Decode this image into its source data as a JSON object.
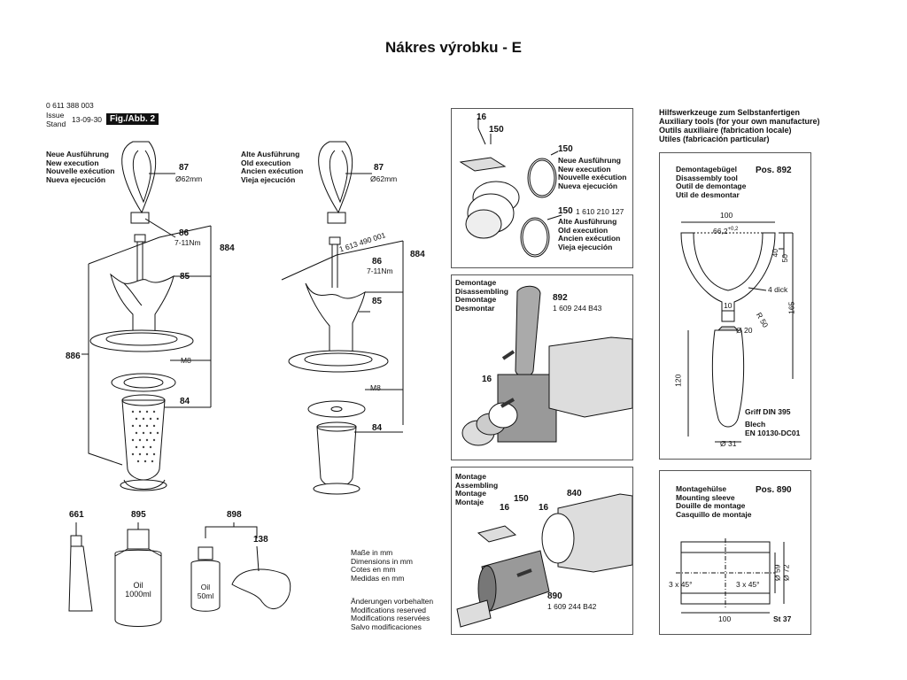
{
  "title": "Nákres výrobku - E",
  "header": {
    "part_number": "0 611 388 003",
    "issue_label": "Issue\nStand",
    "issue_date": "13-09-30",
    "fig_label": "Fig./Abb. 2"
  },
  "new_exec": [
    "Neue Ausführung",
    "New execution",
    "Nouvelle exécution",
    "Nueva ejecución"
  ],
  "old_exec": [
    "Alte Ausführung",
    "Old execution",
    "Ancien exécution",
    "Vieja ejecución"
  ],
  "labels": {
    "p87": "87",
    "d62": "Ø62mm",
    "p86": "86",
    "torque": "7-11Nm",
    "p884": "884",
    "p85": "85",
    "p886": "886",
    "m8": "M8",
    "p84": "84",
    "old_part": "1 613 490 001",
    "p661": "661",
    "p895": "895",
    "p898": "898",
    "p138": "138",
    "oil_1000": "Oil\n1000ml",
    "oil_50": "Oil\n50ml"
  },
  "notes": {
    "dims": [
      "Maße in mm",
      "Dimensions in mm",
      "Cotes en mm",
      "Medidas en mm"
    ],
    "mods": [
      "Änderungen vorbehalten",
      "Modifications reserved",
      "Modifications reservées",
      "Salvo modificaciones"
    ]
  },
  "panel_top": {
    "p16": "16",
    "p150a": "150",
    "p150b": "150",
    "new_exec": [
      "Neue Ausführung",
      "New execution",
      "Nouvelle exécution",
      "Nueva ejecución"
    ],
    "p150c": "150",
    "part": "1 610 210 127",
    "old_exec": [
      "Alte Ausführung",
      "Old execution",
      "Ancien exécution",
      "Vieja ejecución"
    ]
  },
  "panel_demont": {
    "heading": [
      "Demontage",
      "Disassembling",
      "Demontage",
      "Desmontar"
    ],
    "p892": "892",
    "part": "1 609 244 B43",
    "p16": "16"
  },
  "panel_mont": {
    "heading": [
      "Montage",
      "Assembling",
      "Montage",
      "Montaje"
    ],
    "p16a": "16",
    "p150": "150",
    "p16b": "16",
    "p840": "840",
    "p890": "890",
    "part": "1 609 244 B42"
  },
  "aux_header": [
    "Hilfswerkzeuge zum Selbstanfertigen",
    "Auxiliary tools (for your own manufacture)",
    "Outils auxiliaire (fabrication locale)",
    "Utiles (fabricación particular)"
  ],
  "tool892": {
    "name": [
      "Demontagebügel",
      "Disassembly tool",
      "Outil de demontage",
      "Util de desmontar"
    ],
    "pos": "Pos. 892",
    "d100": "100",
    "d66": "66,2",
    "tol": "+0,2",
    "d40": "40",
    "d50": "50",
    "d4": "4 dick",
    "d10": "10",
    "d165": "165",
    "r50": "R 50",
    "d20": "Ø 20",
    "d120": "120",
    "griff": "Griff DIN 395",
    "blech": "Blech",
    "en": "EN 10130-DC01",
    "d31": "Ø 31"
  },
  "tool890": {
    "name": [
      "Montagehülse",
      "Mounting sleeve",
      "Douille de montage",
      "Casquillo de montaje"
    ],
    "pos": "Pos. 890",
    "ch1": "3 x 45°",
    "ch2": "3 x 45°",
    "d59": "Ø 59",
    "d72": "Ø 72",
    "d100": "100",
    "st": "St 37"
  }
}
